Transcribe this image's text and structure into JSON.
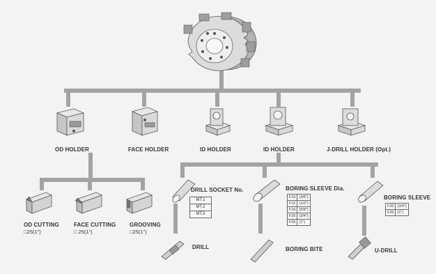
{
  "holders": {
    "od": "OD HOLDER",
    "face": "FACE HOLDER",
    "id1": "ID HOLDER",
    "id2": "ID HOLDER",
    "jdrill": "J-DRILL HOLDER (Opt.)"
  },
  "tools": {
    "od_cutting": {
      "label": "OD CUTTING",
      "size": "□25(1\")"
    },
    "face_cutting": {
      "label": "FACE CUTTING",
      "size": "□ 25(1\")"
    },
    "grooving": {
      "label": "GROOVING",
      "size": "□25(1\")"
    },
    "drill_socket": {
      "label": "DRILL SOCKET No.",
      "rows": [
        "MT.1",
        "MT.2",
        "MT.3"
      ]
    },
    "boring_sleeve_dia": {
      "label": "BORING SLEEVE Dia.",
      "rows": [
        [
          "F10",
          "(3/8\")"
        ],
        [
          "F12",
          "(1/2\")"
        ],
        [
          "F16",
          "(5/8\")"
        ],
        [
          "F20",
          "(3/4\")"
        ],
        [
          "F25",
          "(1\")"
        ]
      ]
    },
    "boring_sleeve": {
      "label": "BORING SLEEVE",
      "rows": [
        [
          "F20",
          "(3/4\")"
        ],
        [
          "F25",
          "(1\")"
        ]
      ]
    },
    "drill": "DRILL",
    "boring_bite": "BORING BITE",
    "u_drill": "U-DRILL"
  },
  "colors": {
    "line": "#9a9a9a",
    "ink": "#333333",
    "metal_light": "#e4e4e2",
    "metal_mid": "#bdbdbb",
    "metal_dark": "#7a7a78"
  }
}
